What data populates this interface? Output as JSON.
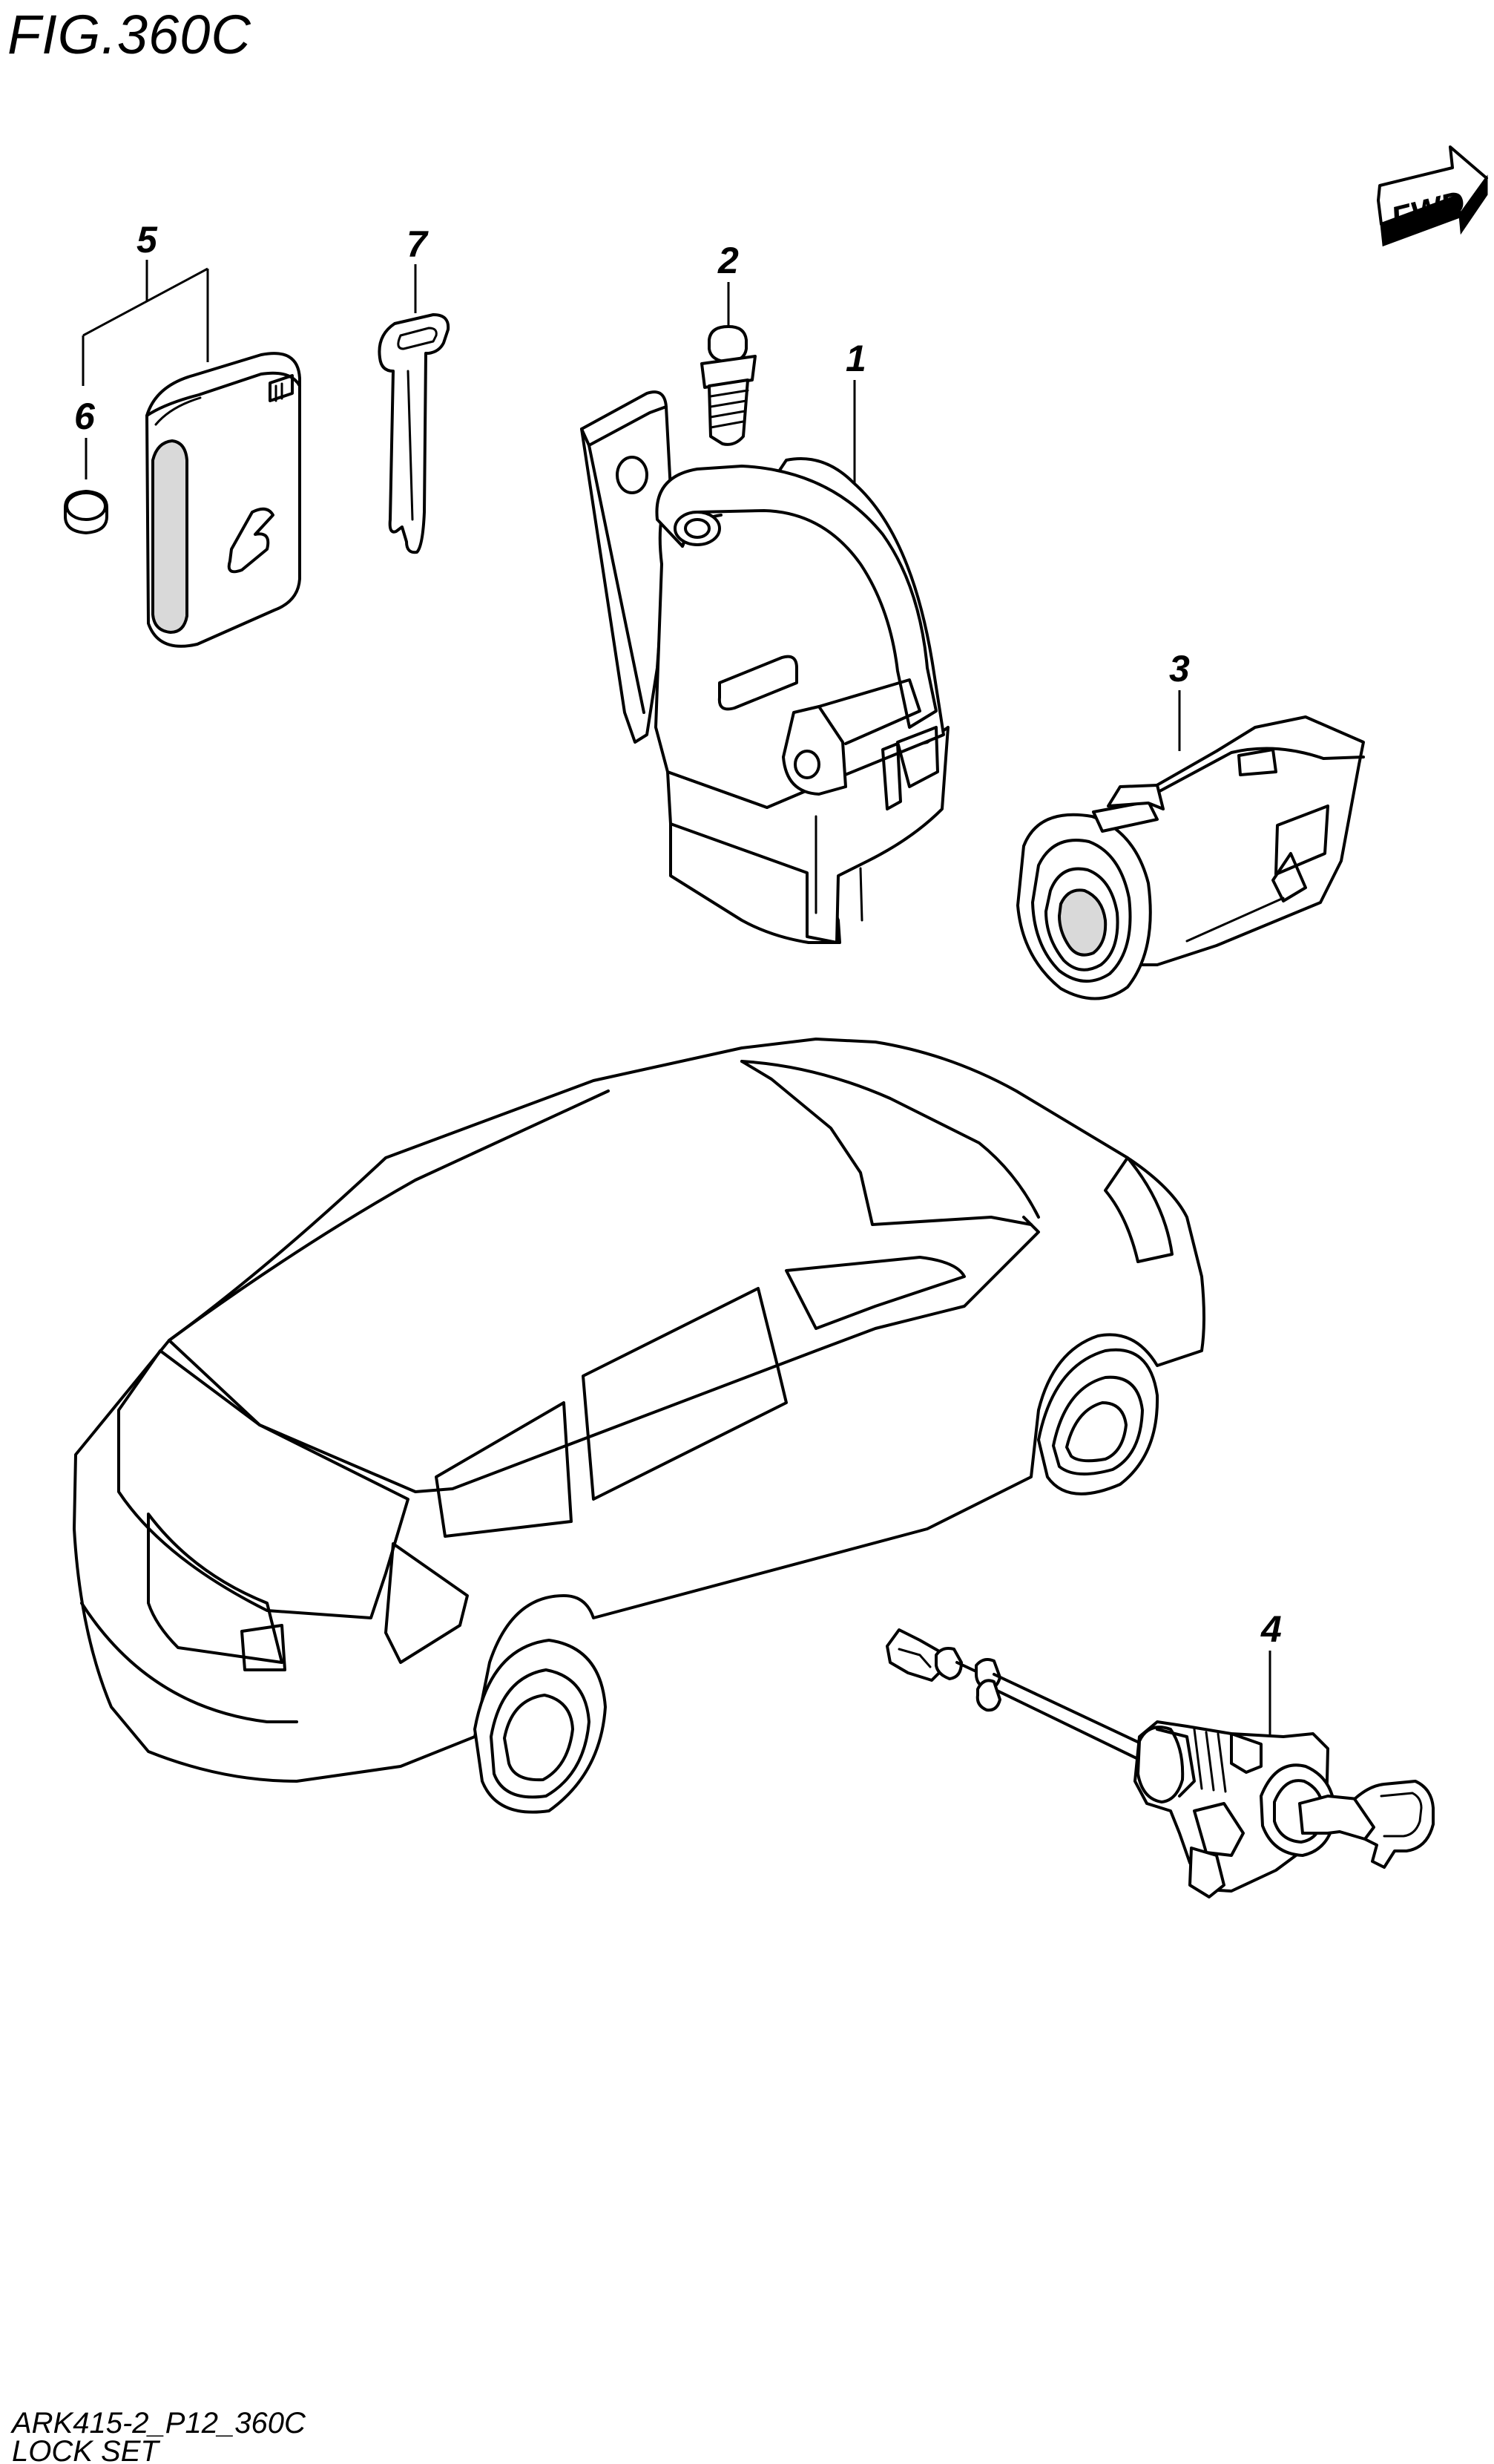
{
  "figure": {
    "title": "FIG.360C",
    "direction_label": "FWD",
    "code": "ARK415-2_P12_360C",
    "name": "LOCK SET"
  },
  "callouts": [
    "1",
    "2",
    "3",
    "4",
    "5",
    "6",
    "7"
  ],
  "parts": [
    {
      "ref": "1",
      "icon": "ignition-lock-housing-icon"
    },
    {
      "ref": "2",
      "icon": "bolt-icon"
    },
    {
      "ref": "3",
      "icon": "push-start-switch-icon"
    },
    {
      "ref": "4",
      "icon": "door-lock-cylinder-icon"
    },
    {
      "ref": "5",
      "icon": "key-fob-icon"
    },
    {
      "ref": "6",
      "icon": "coin-battery-icon"
    },
    {
      "ref": "7",
      "icon": "emergency-key-icon"
    }
  ],
  "vehicle_icon": "car-outline-icon"
}
